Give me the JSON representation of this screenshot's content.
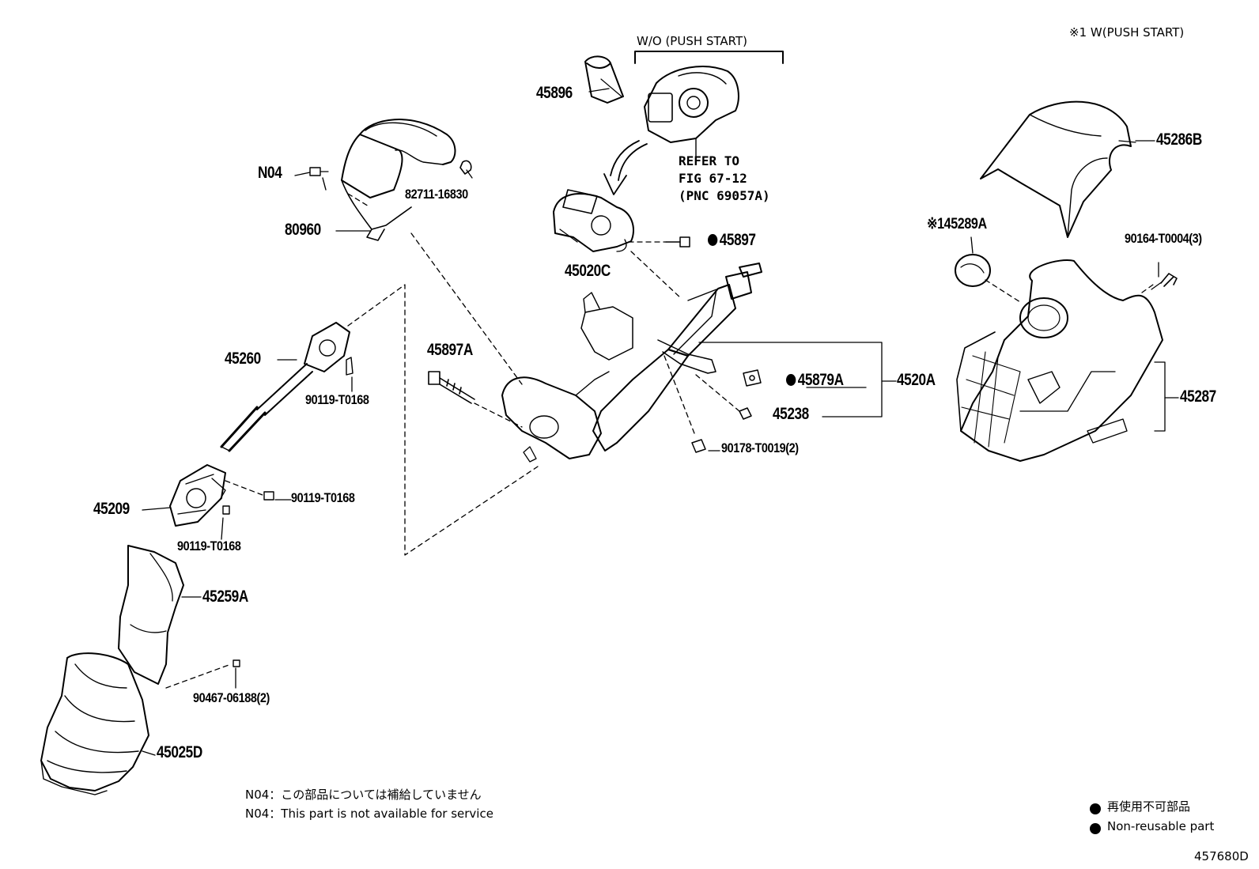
{
  "header": {
    "push_start_note": "※1 W(PUSH START)",
    "wo_push_start": "W/O (PUSH START)"
  },
  "refer": {
    "line1": "REFER TO",
    "line2": "FIG 67-12",
    "line3": "(PNC 69057A)"
  },
  "parts": {
    "p45896": "45896",
    "p45286B": "45286B",
    "pN04": "N04",
    "p82711": "82711-16830",
    "p80960": "80960",
    "p45897": "45897",
    "p45289A": "※145289A",
    "p90164": "90164-T0004(3)",
    "p45020C": "45020C",
    "p45260": "45260",
    "p45897A": "45897A",
    "p90119a": "90119-T0168",
    "p45879A": "45879A",
    "p4520A": "4520A",
    "p45287": "45287",
    "p45238": "45238",
    "p90178": "90178-T0019(2)",
    "p90119b": "90119-T0168",
    "p45209": "45209",
    "p90119c": "90119-T0168",
    "p45259A": "45259A",
    "p90467": "90467-06188(2)",
    "p45025D": "45025D"
  },
  "notes": {
    "n04_jp": "N04：この部品については補給していません",
    "n04_en": "N04：This part is not available for service"
  },
  "legend": {
    "jp": "再使用不可部品",
    "en": "Non-reusable part"
  },
  "figure_id": "457680D"
}
